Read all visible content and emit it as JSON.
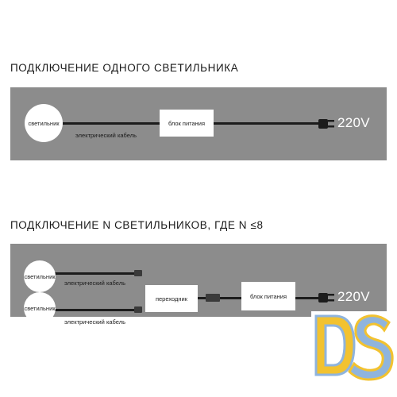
{
  "section1": {
    "title": "ПОДКЛЮЧЕНИЕ ОДНОГО СВЕТИЛЬНИКА",
    "lamp_label": "светильник",
    "cable_label": "электрический кабель",
    "power_unit_label": "блок питания",
    "voltage": "220V"
  },
  "section2": {
    "title": "ПОДКЛЮЧЕНИЕ N СВЕТИЛЬНИКОВ, ГДЕ N ≤8",
    "lamps": [
      {
        "lamp_label": "светильник",
        "cable_label": "электрический кабель"
      },
      {
        "lamp_label": "светильник",
        "cable_label": "электрический кабель"
      }
    ],
    "adapter_label": "переходник",
    "power_unit_label": "блок питания",
    "voltage": "220V"
  },
  "colors": {
    "panel": "#8c8c8c",
    "wire": "#1c1c1c",
    "logo_yellow": "#f2c230",
    "logo_blue": "#8fb4dd"
  },
  "icons": [
    "plug-icon",
    "connector-icon",
    "logo-ds"
  ]
}
